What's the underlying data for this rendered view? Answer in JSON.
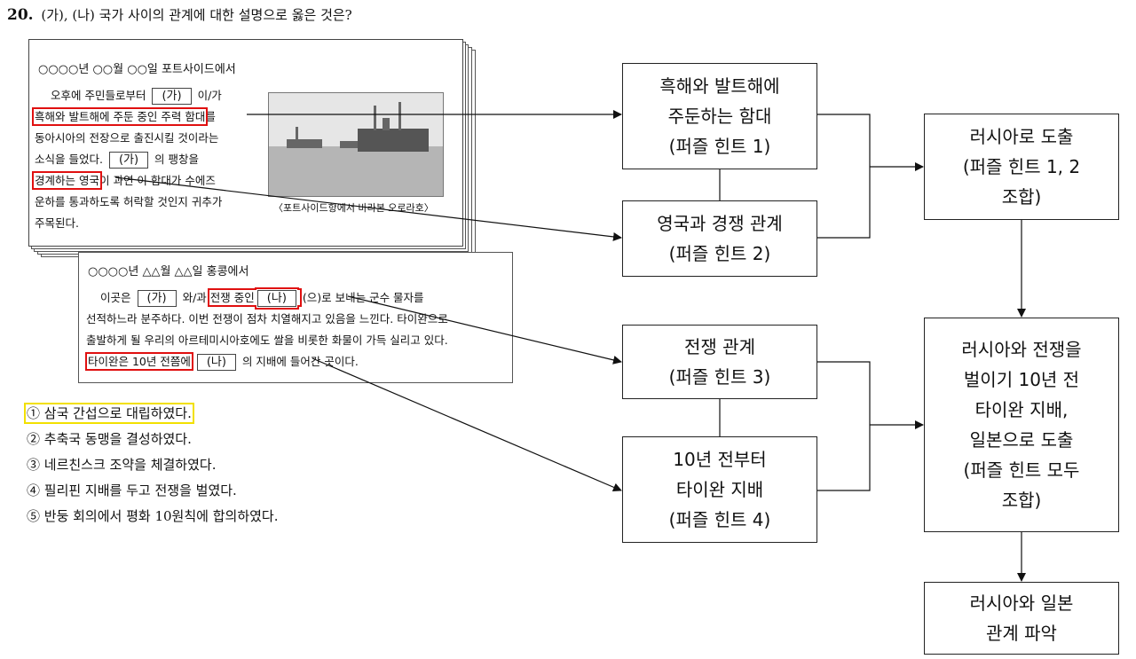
{
  "question": {
    "number": "20.",
    "text": "(가), (나) 국가 사이의 관계에 대한 설명으로 옳은 것은?"
  },
  "diary1": {
    "title": "○○○○년 ○○월 ○○일 포트사이드에서",
    "l1a": "오후에 주민들로부터",
    "blank_ga": "(가)",
    "l1b": "이/가",
    "l2_hl": "흑해와 발트해에 주둔 중인 주력 함대",
    "l2b": "를",
    "l3": "동아시아의 전장으로 출진시킬 것이라는",
    "l4a": "소식을 들었다.",
    "l4b": "의 팽창을",
    "l5_hl": "경계하는 영국",
    "l5b": "이 과연 이 함대가 수에즈",
    "l6": "운하를 통과하도록 허락할 것인지 귀추가",
    "l7": "주목된다.",
    "caption": "〈포트사이드항에서 바라본 오로라호〉"
  },
  "diary2": {
    "title": "○○○○년 △△월 △△일 홍콩에서",
    "l1a": "이곳은",
    "blank_ga": "(가)",
    "l1b": "와/과",
    "l1_hl": "전쟁 중인",
    "blank_na": "(나)",
    "l1c": "(으)로 보내는 군수 물자를",
    "l2": "선적하느라 분주하다. 이번 전쟁이 점차 치열해지고 있음을 느낀다. 타이완으로",
    "l3": "출발하게 될 우리의 아르테미시아호에도 쌀을 비롯한 화물이 가득 실리고 있다.",
    "l4_hl": "타이완은 10년 전쯤에",
    "l4b": "의 지배에 들어간 곳이다."
  },
  "choices": [
    "① 삼국 간섭으로 대립하였다.",
    "② 추축국 동맹을 결성하였다.",
    "③ 네르친스크 조약을 체결하였다.",
    "④ 필리핀 지배를 두고 전쟁을 벌였다.",
    "⑤ 반둥 회의에서 평화 10원칙에 합의하였다."
  ],
  "flow": {
    "hint1": [
      "흑해와 발트해에",
      "주둔하는 함대",
      "(퍼즐 힌트 1)"
    ],
    "hint2": [
      "영국과 경쟁 관계",
      "(퍼즐 힌트 2)"
    ],
    "result_russia": [
      "러시아로 도출",
      "(퍼즐 힌트 1, 2",
      "조합)"
    ],
    "hint3": [
      "전쟁 관계",
      "(퍼즐 힌트 3)"
    ],
    "hint4": [
      "10년 전부터",
      "타이완 지배",
      "(퍼즐 힌트 4)"
    ],
    "result_japan": [
      "러시아와 전쟁을",
      "벌이기 10년 전",
      "타이완 지배,",
      "일본으로 도출",
      "(퍼즐 힌트 모두",
      "조합)"
    ],
    "final": [
      "러시아와 일본",
      "관계 파악"
    ]
  },
  "colors": {
    "highlight_red": "#e01010",
    "highlight_yellow": "#f2e000"
  }
}
